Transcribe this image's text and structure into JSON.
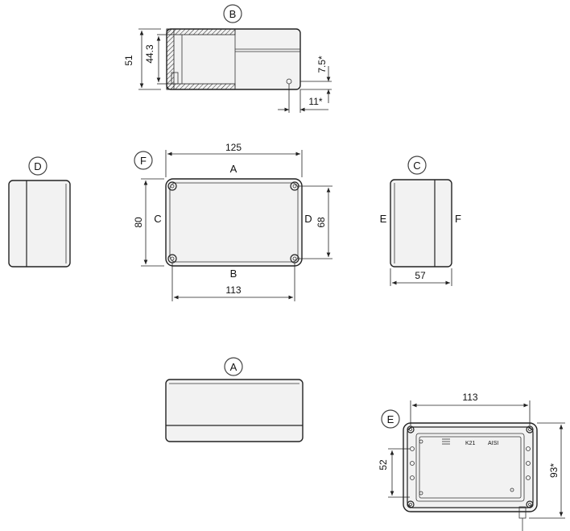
{
  "views": {
    "top": {
      "label": "B",
      "dims": {
        "height_total": "51",
        "height_inner": "44.3",
        "offset_v": "7.5*",
        "offset_h": "11*"
      }
    },
    "left": {
      "label": "D"
    },
    "front": {
      "label": "F",
      "width_total": "125",
      "width_holes": "113",
      "height_total": "80",
      "height_holes": "68",
      "side_labels": {
        "top": "A",
        "bottom": "B",
        "left": "C",
        "right": "D"
      }
    },
    "right": {
      "label": "C",
      "width": "57",
      "side_labels": {
        "left": "E",
        "right": "F"
      }
    },
    "bottom": {
      "label": "A"
    },
    "inside": {
      "label": "E",
      "width": "113",
      "height_partial": "52",
      "height_total": "93*",
      "markings": [
        "K21",
        "AISI"
      ]
    }
  }
}
